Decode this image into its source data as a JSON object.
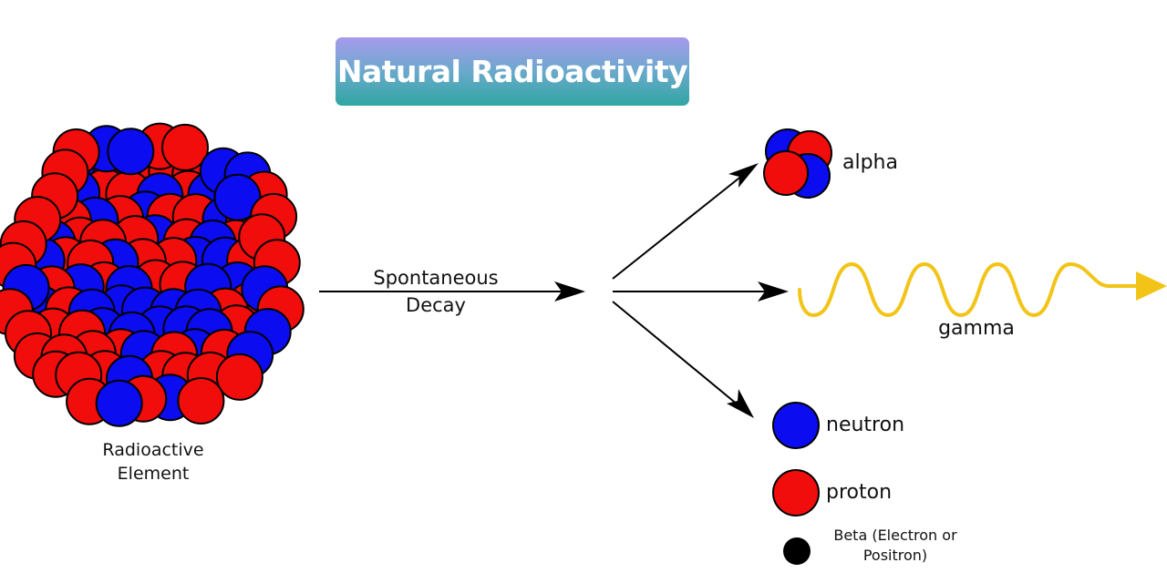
{
  "title": "Natural Radioactivity",
  "nucleus_label": [
    "Radioactive",
    "Element"
  ],
  "decay_label": [
    "Spontaneous",
    "Decay"
  ],
  "products": {
    "alpha": "alpha",
    "gamma": "gamma",
    "neutron": "neutron",
    "proton": "proton",
    "beta": [
      "Beta (Electron or",
      "Positron)"
    ]
  },
  "colors": {
    "neutron": "#0c0cf0",
    "proton": "#f20d0d",
    "gamma": "#f2c418",
    "beta": "#000000",
    "title_gradient": [
      "#a79aec",
      "#2fa6a2"
    ]
  }
}
